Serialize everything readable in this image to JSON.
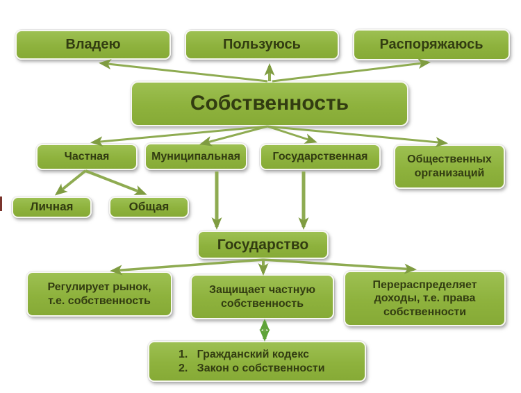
{
  "diagram": {
    "title": "Собственность",
    "language": "ru",
    "nodes": {
      "vladeyu": {
        "label": "Владею"
      },
      "polzuyus": {
        "label": "Пользуюсь"
      },
      "rasporyazhayus": {
        "label": "Распоряжаюсь"
      },
      "sobstvennost": {
        "label": "Собственность"
      },
      "chastnaya": {
        "label": "Частная"
      },
      "municipalnaya": {
        "label": "Муниципальная"
      },
      "gosudarstvennaya": {
        "label": "Государственная"
      },
      "obshchestvennyh": {
        "label": "Общественных\nорганизаций"
      },
      "lichnaya": {
        "label": "Личная"
      },
      "obshchaya": {
        "label": "Общая"
      },
      "gosudarstvo": {
        "label": "Государство"
      },
      "reguliruet": {
        "label": "Регулирует рынок,\nт.е. собственность"
      },
      "zashchishchaet": {
        "label": "Защищает частную\nсобственность"
      },
      "pereraspredelyaet": {
        "label": "Перераспределяет\nдоходы, т.е. права\nсобственности"
      },
      "laws": {
        "label": "1.   Гражданский кодекс\n2.   Закон о собственности"
      }
    },
    "edges": [
      {
        "from": "sobstvennost",
        "to": "vladeyu",
        "direction": "one-way"
      },
      {
        "from": "sobstvennost",
        "to": "polzuyus",
        "direction": "one-way"
      },
      {
        "from": "sobstvennost",
        "to": "rasporyazhayus",
        "direction": "one-way"
      },
      {
        "from": "sobstvennost",
        "to": "chastnaya",
        "direction": "one-way"
      },
      {
        "from": "sobstvennost",
        "to": "municipalnaya",
        "direction": "one-way"
      },
      {
        "from": "sobstvennost",
        "to": "gosudarstvennaya",
        "direction": "one-way"
      },
      {
        "from": "sobstvennost",
        "to": "obshchestvennyh",
        "direction": "one-way"
      },
      {
        "from": "chastnaya",
        "to": "lichnaya",
        "direction": "one-way"
      },
      {
        "from": "chastnaya",
        "to": "obshchaya",
        "direction": "one-way"
      },
      {
        "from": "municipalnaya",
        "to": "gosudarstvo",
        "direction": "one-way"
      },
      {
        "from": "gosudarstvennaya",
        "to": "gosudarstvo",
        "direction": "one-way"
      },
      {
        "from": "gosudarstvo",
        "to": "reguliruet",
        "direction": "one-way"
      },
      {
        "from": "gosudarstvo",
        "to": "zashchishchaet",
        "direction": "one-way"
      },
      {
        "from": "gosudarstvo",
        "to": "pereraspredelyaet",
        "direction": "one-way"
      },
      {
        "from": "zashchishchaet",
        "to": "laws",
        "direction": "two-way"
      }
    ],
    "colors": {
      "background": "#FFFFFF",
      "node_fill": "#8EB23D",
      "node_fill_light": "#9DC052",
      "node_border": "#F7F7F2",
      "node_text": "#323C11",
      "arrow": "#8EAB51",
      "arrow_head": "#7F9C41",
      "double_arrow": "#6BA843"
    }
  }
}
